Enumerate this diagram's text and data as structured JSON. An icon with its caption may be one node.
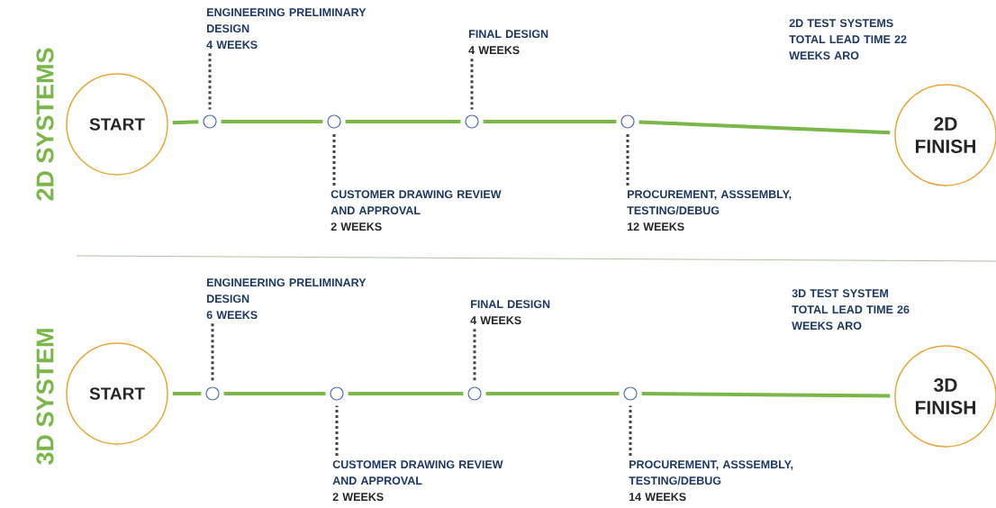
{
  "diagram": {
    "nodes": [
      {
        "text": [
          "START"
        ]
      },
      {
        "text": [],
        "shape": "circle"
      },
      {
        "text": [],
        "shape": "circle"
      },
      {
        "text": [],
        "shape": "circle"
      },
      {
        "text": [],
        "shape": "circle"
      },
      {
        "text": [
          "2D FINISH"
        ]
      },
      {
        "text": [
          "ENGINEERING PRELIMINARY DESIGN",
          "4 WEEKS"
        ]
      },
      {
        "text": [
          "CUSTOMER DRAWING REVIEW AND APPROVAL",
          "2 WEEKS"
        ]
      },
      {
        "text": [
          "FINAL DESIGN",
          "4 WEEKS"
        ]
      },
      {
        "text": [
          "PROCUREMENT, ASSSEMBLY, TESTING/DEBUG",
          "12 WEEKS"
        ]
      },
      {
        "text": [
          "START"
        ]
      },
      {
        "text": [],
        "shape": "circle"
      },
      {
        "text": [],
        "shape": "circle"
      },
      {
        "text": [],
        "shape": "circle"
      },
      {
        "text": [],
        "shape": "circle"
      },
      {
        "text": [
          "3D FINISH"
        ]
      },
      {
        "text": [
          "ENGINEERING PRELIMINARY DESIGN",
          "6 WEEKS"
        ]
      },
      {
        "text": [
          "CUSTOMER DRAWING REVIEW AND APPROVAL",
          "2 WEEKS"
        ]
      },
      {
        "text": [
          "FINAL DESIGN",
          "4 WEEKS"
        ]
      },
      {
        "text": [
          "PROCUREMENT, ASSSEMBLY, TESTING/DEBUG",
          "14 WEEKS"
        ]
      }
    ],
    "edges": [
      {
        "from": 0,
        "to": 1,
        "arrow": "none"
      },
      {
        "from": 1,
        "to": 2,
        "arrow": "none"
      },
      {
        "from": 2,
        "to": 3,
        "arrow": "none"
      },
      {
        "from": 3,
        "to": 4,
        "arrow": "none"
      },
      {
        "from": 4,
        "to": 5,
        "arrow": "none"
      },
      {
        "from": 6,
        "to": 1,
        "arrow": "none",
        "style": "dashed",
        "color": "#444444"
      },
      {
        "from": 7,
        "to": 2,
        "arrow": "none",
        "style": "dashed",
        "color": "#444444"
      },
      {
        "from": 8,
        "to": 3,
        "arrow": "none",
        "style": "dashed",
        "color": "#444444"
      },
      {
        "from": 9,
        "to": 4,
        "arrow": "none",
        "style": "dashed",
        "color": "#444444"
      },
      {
        "from": 10,
        "to": 11,
        "arrow": "none"
      },
      {
        "from": 11,
        "to": 12,
        "arrow": "none"
      },
      {
        "from": 12,
        "to": 13,
        "arrow": "none"
      },
      {
        "from": 13,
        "to": 14,
        "arrow": "none"
      },
      {
        "from": 14,
        "to": 15,
        "arrow": "none"
      },
      {
        "from": 16,
        "to": 11,
        "arrow": "none",
        "style": "dashed",
        "color": "#444444"
      },
      {
        "from": 17,
        "to": 12,
        "arrow": "none",
        "style": "dashed",
        "color": "#444444"
      },
      {
        "from": 18,
        "to": 13,
        "arrow": "none",
        "style": "dashed",
        "color": "#444444"
      },
      {
        "from": 19,
        "to": 14,
        "arrow": "none",
        "style": "dashed",
        "color": "#444444"
      }
    ],
    "labels": [
      "2D SYSTEMS",
      "2D TEST SYSTEMS TOTAL LEAD TIME 22 WEEKS ARO",
      "3D SYSTEM",
      "3D TEST SYSTEM TOTAL LEAD TIME 26 WEEKS ARO"
    ]
  }
}
